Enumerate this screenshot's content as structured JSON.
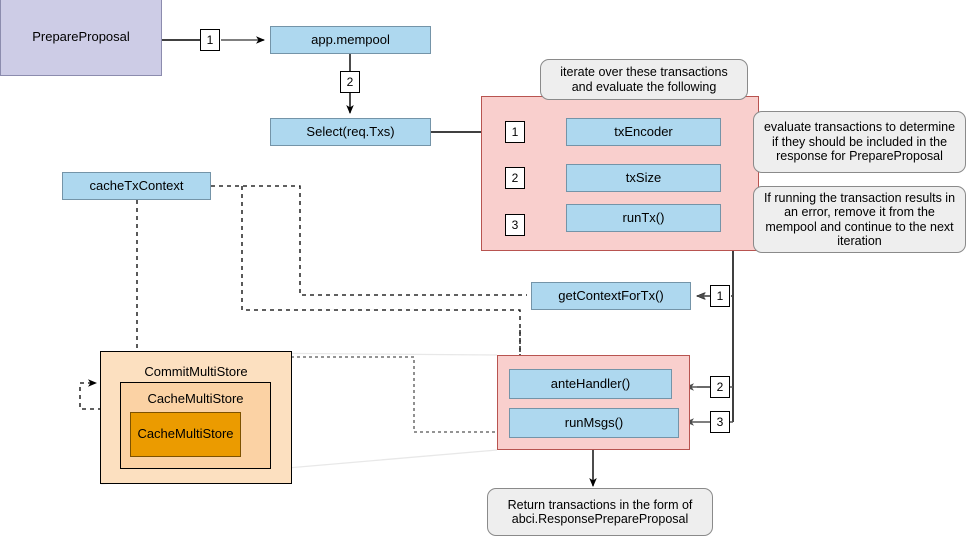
{
  "diagram": {
    "title": "PrepareProposal flow",
    "colors": {
      "purple": "#cdcce6",
      "blue": "#aed8ef",
      "pink": "#f9cfcd",
      "note_gray": "#eeeeee",
      "orange_outer": "#fce0c0",
      "orange_mid": "#fbd2a4",
      "orange_inner": "#eb9b00",
      "edge": "#555555",
      "edge_dark": "#000000"
    },
    "nodes": {
      "prepare_proposal": "PrepareProposal",
      "app_mempool": "app.mempool",
      "select_req_txs": "Select(req.Txs)",
      "tx_encoder": "txEncoder",
      "tx_size": "txSize",
      "run_tx": "runTx()",
      "cache_tx_context": "cacheTxContext",
      "get_context_for_tx": "getContextForTx()",
      "ante_handler": "anteHandler()",
      "run_msgs": "runMsgs()",
      "commit_multi_store": "CommitMultiStore",
      "cache_multi_store_outer": "CacheMultiStore",
      "cache_multi_store_inner": "CacheMultiStore"
    },
    "notes": {
      "iterate": "iterate over these transactions and evaluate the following",
      "evaluate": "evaluate transactions to determine if they should be included in the response for PrepareProposal",
      "error": "If running the transaction results in an error, remove it from the mempool and continue to the next iteration",
      "return": "Return transactions in the form of abci.ResponsePrepareProposal"
    },
    "step_labels": {
      "mempool_1": "1",
      "select_2": "2",
      "tx_encoder_1": "1",
      "tx_size_2": "2",
      "run_tx_3": "3",
      "ctx_1": "1",
      "ante_2": "2",
      "msgs_3": "3"
    }
  }
}
